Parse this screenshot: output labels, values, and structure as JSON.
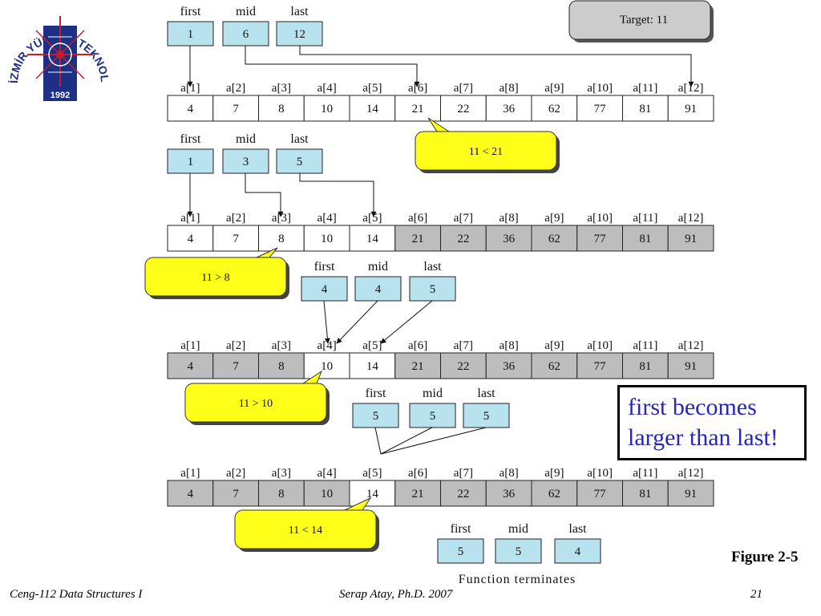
{
  "logo": {
    "text_top": "İZMİR YÜKSEK TEKNOLOJİ ENSTİTÜSÜ",
    "year": "1992"
  },
  "target_label": "Target: 11",
  "array_values": [
    "4",
    "7",
    "8",
    "10",
    "14",
    "21",
    "22",
    "36",
    "62",
    "77",
    "81",
    "91"
  ],
  "array_indices": [
    "a[1]",
    "a[2]",
    "a[3]",
    "a[4]",
    "a[5]",
    "a[6]",
    "a[7]",
    "a[8]",
    "a[9]",
    "a[10]",
    "a[11]",
    "a[12]"
  ],
  "pointer_labels": {
    "first": "first",
    "mid": "mid",
    "last": "last"
  },
  "steps": [
    {
      "first": "1",
      "mid": "6",
      "last": "12",
      "shaded": []
    },
    {
      "first": "1",
      "mid": "3",
      "last": "5",
      "shaded": [
        6,
        7,
        8,
        9,
        10,
        11,
        12
      ]
    },
    {
      "first": "4",
      "mid": "4",
      "last": "5",
      "shaded": [
        1,
        2,
        3,
        6,
        7,
        8,
        9,
        10,
        11,
        12
      ]
    },
    {
      "first": "5",
      "mid": "5",
      "last": "5",
      "shaded": [
        1,
        2,
        3,
        4,
        6,
        7,
        8,
        9,
        10,
        11,
        12
      ]
    },
    {
      "first": "5",
      "mid": "5",
      "last": "4"
    }
  ],
  "callouts": [
    "11  < 21",
    "11  > 8",
    "11  > 10",
    "11  < 14"
  ],
  "terminates_label": "Function terminates",
  "note": {
    "line1": "first becomes",
    "line2": "larger than last!"
  },
  "figure_label": "Figure 2-5",
  "footer": {
    "left": "Ceng-112 Data Structures I",
    "center": "Serap Atay, Ph.D. 2007",
    "right": "21"
  },
  "colors": {
    "pointer_fill": "#b8e2ee",
    "shaded_fill": "#bdbdbd",
    "callout_fill": "#ffff1a",
    "target_fill": "#cccccc",
    "note_text": "#2626b8",
    "logo_blue": "#1e2f86",
    "logo_red": "#c41e2a"
  }
}
